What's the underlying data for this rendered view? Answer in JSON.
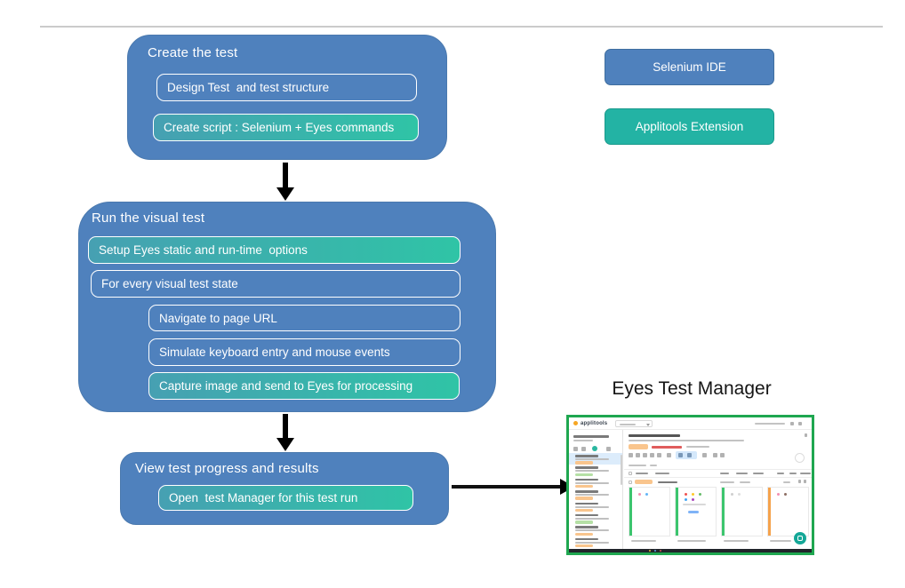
{
  "colors": {
    "box_blue": "#4f81bd",
    "blue_border": "#3f6e9f",
    "teal_solid": "#23b3a4",
    "teal_gradient_left": "#46a0b2",
    "teal_gradient_right": "#2fc4a6",
    "screenshot_border": "#1fa750",
    "arrow_black": "#000000",
    "status_orange": "#f9c58d",
    "status_green": "#b5e0a5",
    "chat_teal": "#14a797"
  },
  "flow": {
    "box_create": {
      "title": "Create the test",
      "items": [
        {
          "label": "Design Test  and test structure",
          "variant": "blue"
        },
        {
          "label": "Create script : Selenium + Eyes commands",
          "variant": "teal"
        }
      ]
    },
    "box_run": {
      "title": "Run the visual test",
      "items": [
        {
          "label": "Setup Eyes static and run-time  options",
          "variant": "teal",
          "indent": false
        },
        {
          "label": "For every visual test state",
          "variant": "blue",
          "indent": false
        },
        {
          "label": "Navigate to page URL",
          "variant": "blue",
          "indent": true
        },
        {
          "label": "Simulate keyboard entry and mouse events",
          "variant": "blue",
          "indent": true
        },
        {
          "label": "Capture image and send to Eyes for processing",
          "variant": "teal",
          "indent": true
        }
      ]
    },
    "box_view": {
      "title": "View test progress and results",
      "items": [
        {
          "label": "Open  test Manager for this test run",
          "variant": "teal"
        }
      ]
    }
  },
  "side_buttons": [
    {
      "label": "Selenium IDE",
      "variant": "blue"
    },
    {
      "label": "Applitools Extension",
      "variant": "teal"
    }
  ],
  "manager": {
    "title": "Eyes Test Manager",
    "logo_text": "applitools",
    "sidebar_statuses": [
      "orange",
      "green",
      "orange",
      "orange",
      "orange",
      "green",
      "orange",
      "orange"
    ],
    "thumb_accents": [
      "green",
      "green",
      "green",
      "orange"
    ]
  }
}
